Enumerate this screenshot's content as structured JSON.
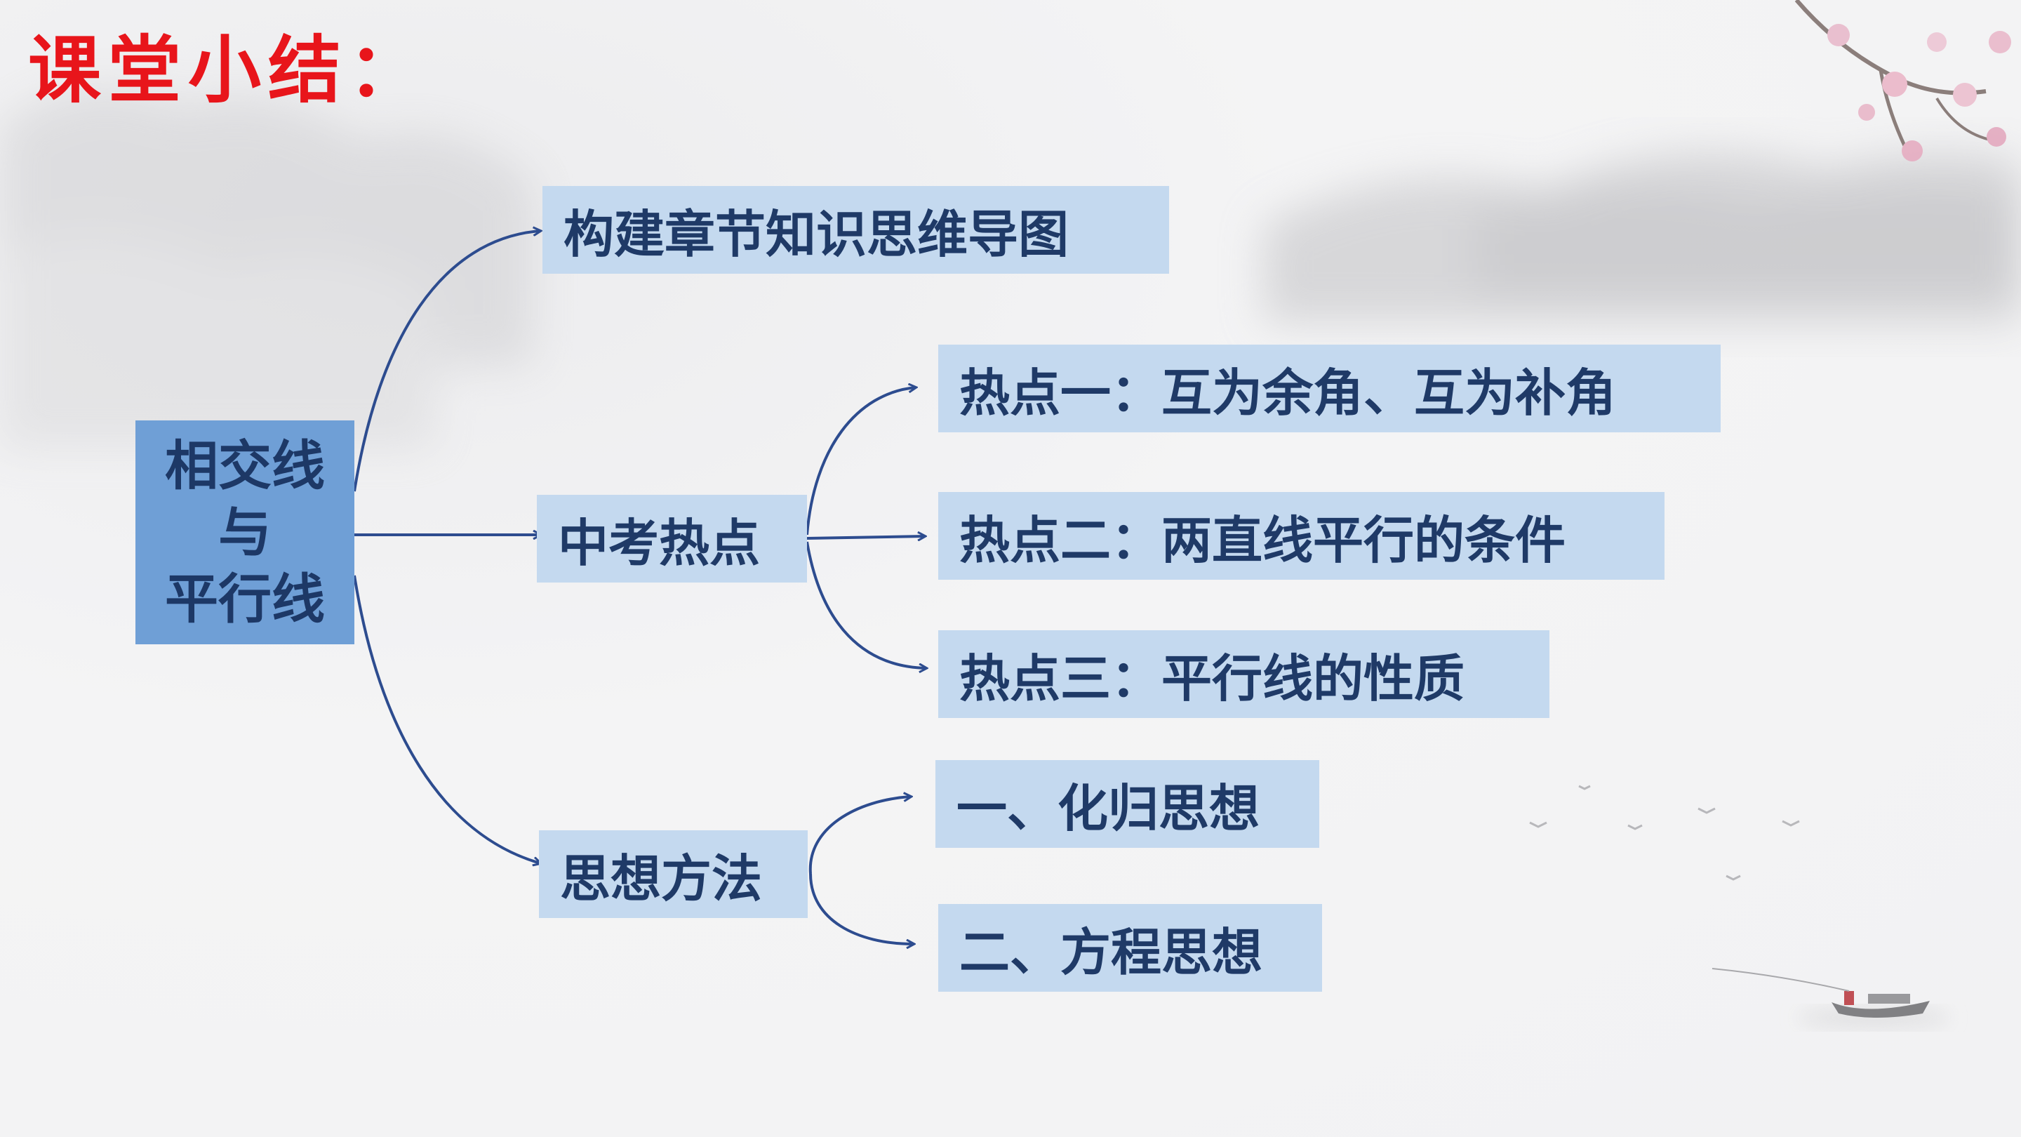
{
  "title": "课堂小结：",
  "root": {
    "label": "相交线\n与\n平行线"
  },
  "branches": {
    "mindmap": {
      "label": "构建章节知识思维导图"
    },
    "hotspots": {
      "label": "中考热点",
      "items": [
        "热点一：互为余角、互为补角",
        "热点二：两直线平行的条件",
        "热点三：平行线的性质"
      ]
    },
    "methods": {
      "label": "思想方法",
      "items": [
        "一、化归思想",
        "二、方程思想"
      ]
    }
  },
  "colors": {
    "title": "#e8151b",
    "root_fill": "#6f9fd6",
    "box_fill": "#c4d9ef",
    "text": "#1f3a67",
    "connector": "#2d4c8f"
  }
}
